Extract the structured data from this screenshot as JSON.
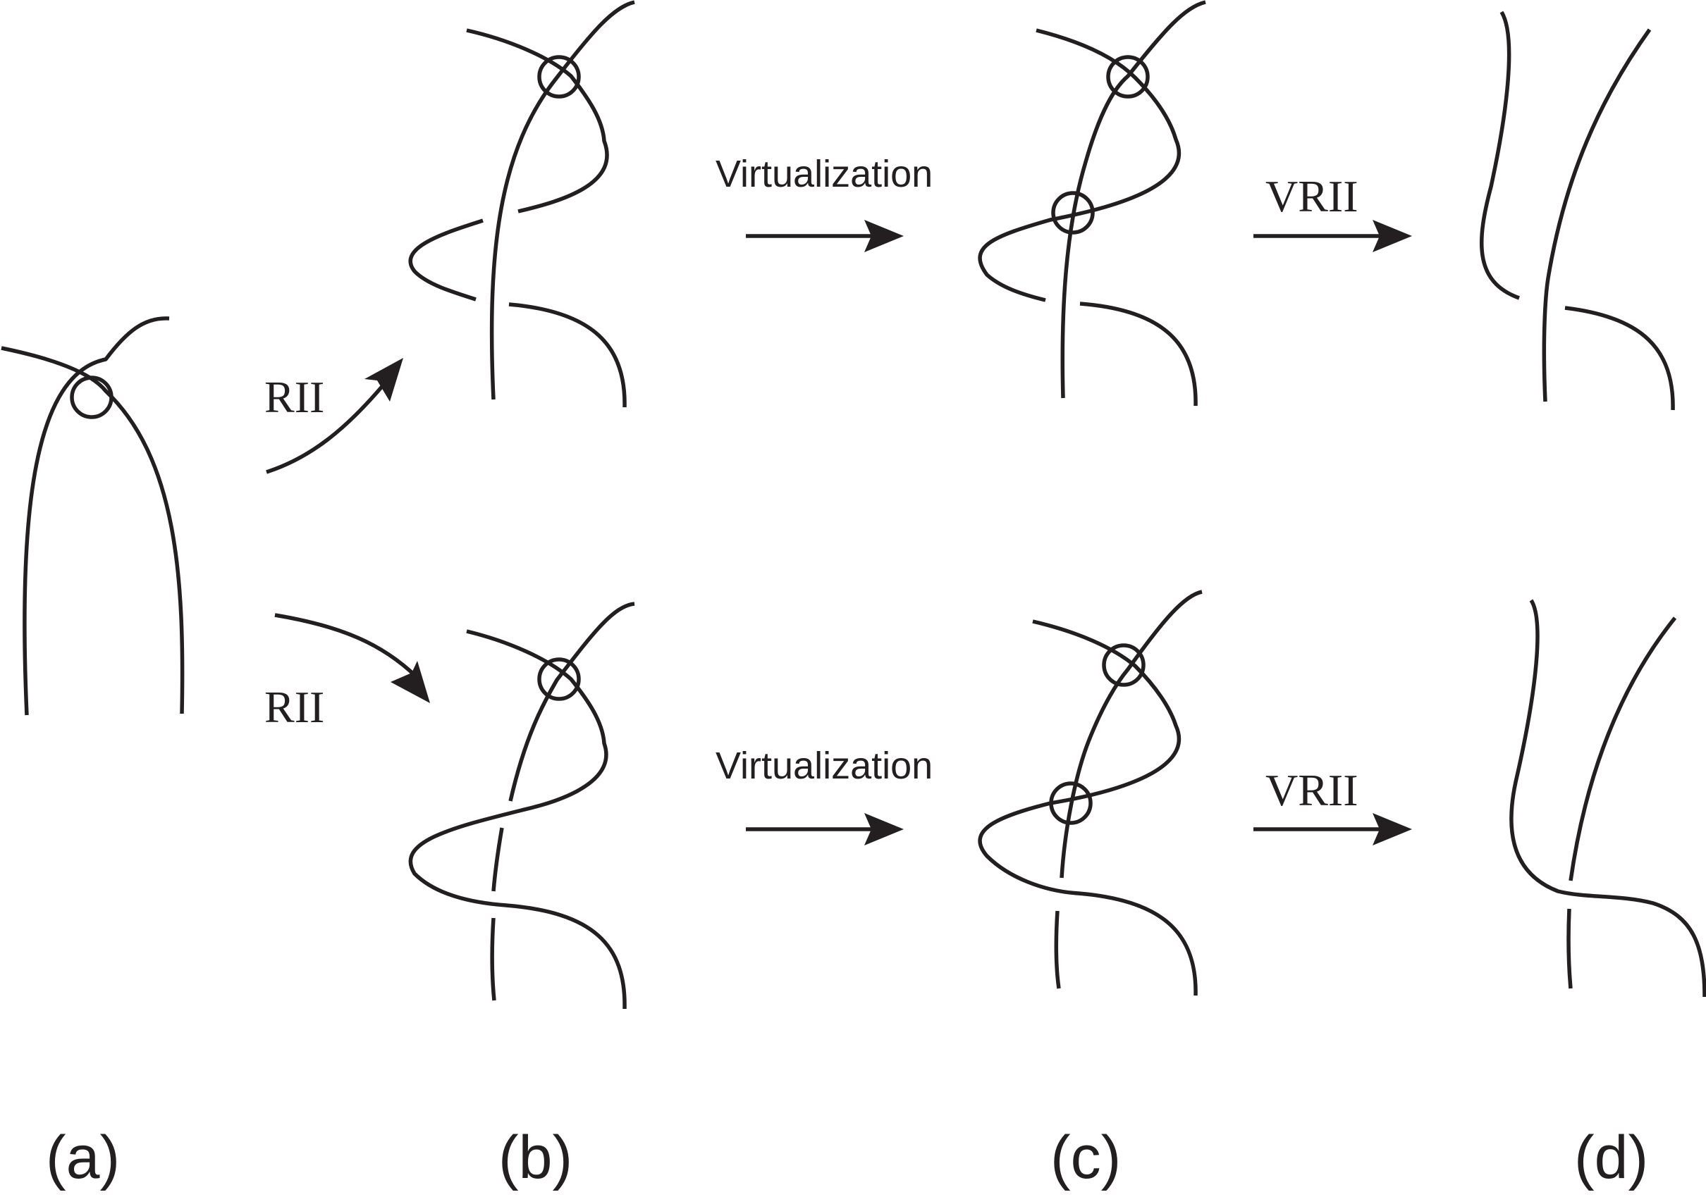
{
  "arrows": {
    "top_left": "RII",
    "bottom_left": "RII",
    "top_middle": "Virtualization",
    "bottom_middle": "Virtualization",
    "top_right": "VRII",
    "bottom_right": "VRII"
  },
  "panels": {
    "a": "(a)",
    "b": "(b)",
    "c": "(c)",
    "d": "(d)"
  },
  "colors": {
    "stroke": "#231f20",
    "background": "#ffffff"
  }
}
